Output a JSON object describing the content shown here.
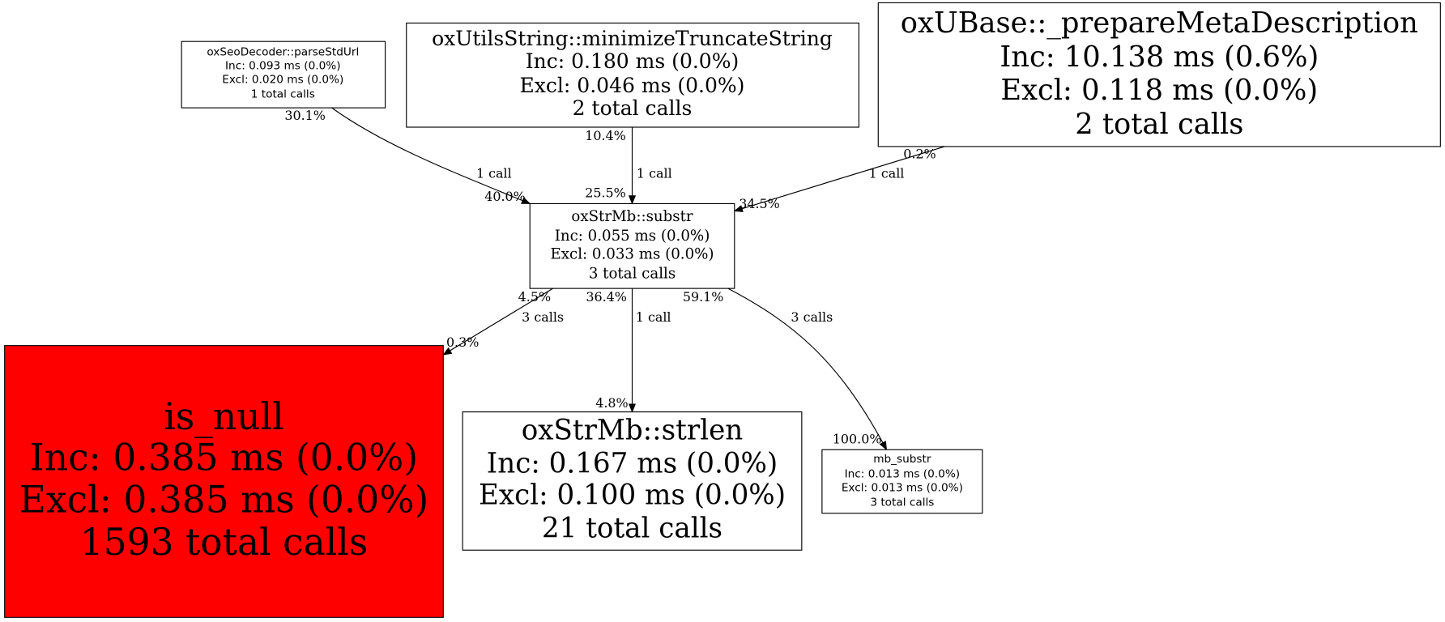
{
  "nodes": {
    "parseStdUrl": {
      "lines": [
        "oxSeoDecoder::parseStdUrl",
        "Inc: 0.093 ms (0.0%)",
        "Excl: 0.020 ms (0.0%)",
        "1 total calls"
      ]
    },
    "minimizeTruncateString": {
      "lines": [
        "oxUtilsString::minimizeTruncateString",
        "Inc: 0.180 ms (0.0%)",
        "Excl: 0.046 ms (0.0%)",
        "2 total calls"
      ]
    },
    "prepareMetaDescription": {
      "lines": [
        "oxUBase::_prepareMetaDescription",
        "Inc: 10.138 ms (0.6%)",
        "Excl: 0.118 ms (0.0%)",
        "2 total calls"
      ]
    },
    "substr": {
      "lines": [
        "oxStrMb::substr",
        "Inc: 0.055 ms (0.0%)",
        "Excl: 0.033 ms (0.0%)",
        "3 total calls"
      ]
    },
    "is_null": {
      "lines": [
        "is_null",
        "Inc: 0.385 ms (0.0%)",
        "Excl: 0.385 ms (0.0%)",
        "1593 total calls"
      ],
      "fill": "#ff0000"
    },
    "strlen": {
      "lines": [
        "oxStrMb::strlen",
        "Inc: 0.167 ms (0.0%)",
        "Excl: 0.100 ms (0.0%)",
        "21 total calls"
      ]
    },
    "mb_substr": {
      "lines": [
        "mb_substr",
        "Inc: 0.013 ms (0.0%)",
        "Excl: 0.013 ms (0.0%)",
        "3 total calls"
      ]
    }
  },
  "edges": {
    "parseStdUrl_substr": {
      "tail": "30.1%",
      "label": "1 call",
      "head": "40.0%"
    },
    "minimize_substr": {
      "tail": "10.4%",
      "label": "1 call",
      "head": "25.5%"
    },
    "prepare_substr": {
      "tail": "0.2%",
      "label": "1 call",
      "head": "34.5%"
    },
    "substr_is_null": {
      "tail": "4.5%",
      "label": "3 calls",
      "head": "0.3%"
    },
    "substr_strlen": {
      "tail": "36.4%",
      "label": "1 call",
      "head": "4.8%"
    },
    "substr_mb_substr": {
      "tail": "59.1%",
      "label": "3 calls",
      "head": "100.0%"
    }
  }
}
